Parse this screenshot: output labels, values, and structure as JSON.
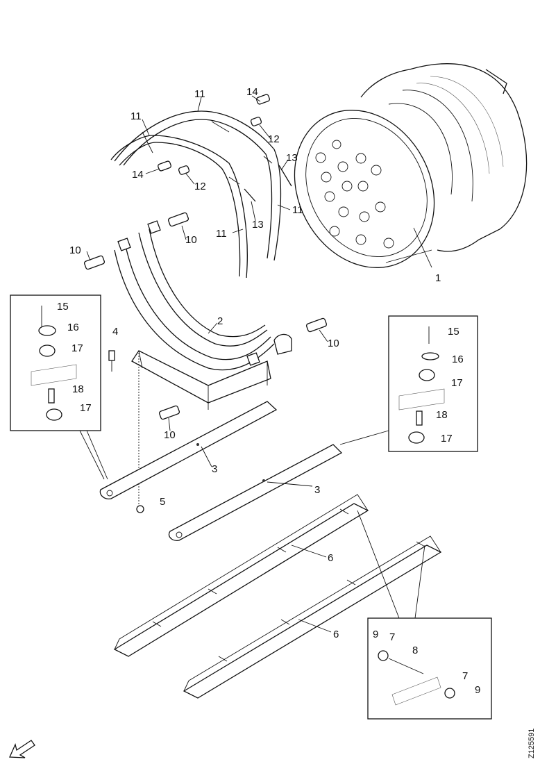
{
  "callouts": {
    "c1": "1",
    "c2": "2",
    "c3a": "3",
    "c3b": "3",
    "c4": "4",
    "c5": "5",
    "c6a": "6",
    "c6b": "6",
    "c7a": "7",
    "c7b": "7",
    "c8": "8",
    "c9a": "9",
    "c9b": "9",
    "c10a": "10",
    "c10b": "10",
    "c10c": "10",
    "c10d": "10",
    "c11a": "11",
    "c11b": "11",
    "c11c": "11",
    "c11d": "11",
    "c12a": "12",
    "c12b": "12",
    "c13a": "13",
    "c13b": "13",
    "c14a": "14",
    "c14b": "14",
    "L15": "15",
    "L16": "16",
    "L17a": "17",
    "L18": "18",
    "L17b": "17",
    "R15": "15",
    "R16": "16",
    "R17a": "17",
    "R18": "18",
    "R17b": "17"
  },
  "figure_reference": "Z125591",
  "icons": [
    "arrow-front-icon"
  ]
}
